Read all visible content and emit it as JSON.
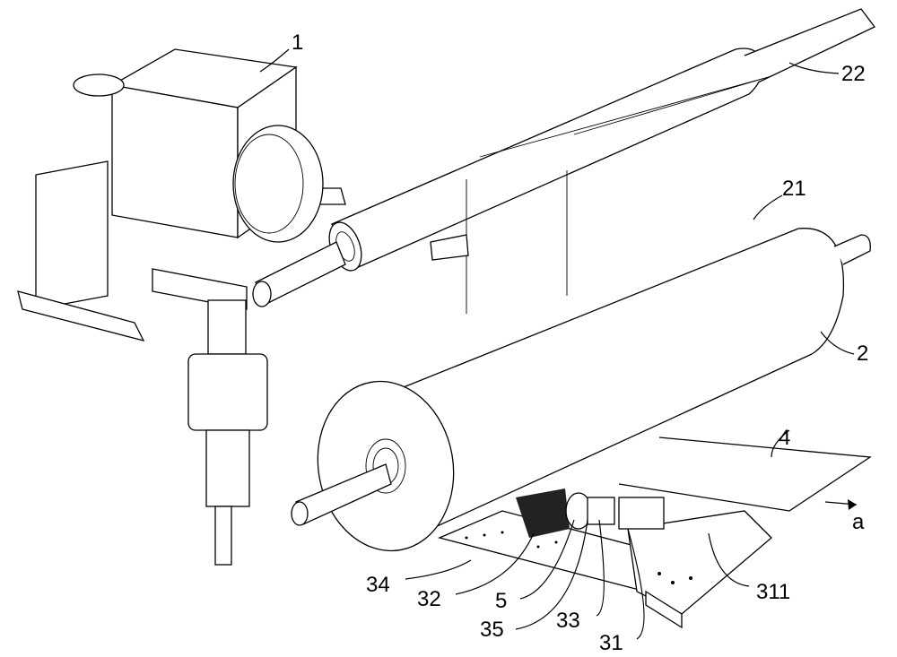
{
  "figure": {
    "labels": {
      "head": "1",
      "upper_roller": "22",
      "roller_surface": "21",
      "roller": "2",
      "film": "4",
      "direction": "a",
      "base_plate": "34",
      "brush": "32",
      "part_5": "5",
      "part_35": "35",
      "part_33": "33",
      "part_31": "31",
      "part_311": "311"
    }
  }
}
